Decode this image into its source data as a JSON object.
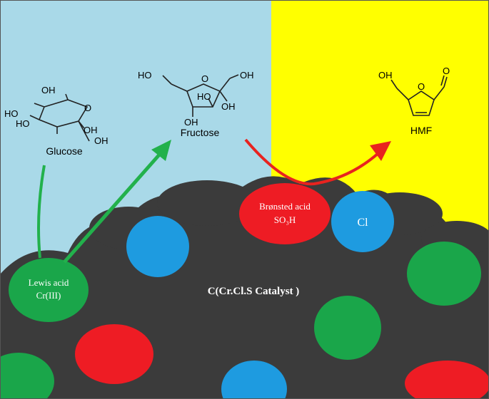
{
  "molecules": {
    "glucose": {
      "name": "Glucose",
      "oh_labels": [
        "OH",
        "HO",
        "HO",
        "OH",
        "OH"
      ],
      "ring_atom": "O"
    },
    "fructose": {
      "name": "Fructose",
      "oh_labels": [
        "HO",
        "OH",
        "HO",
        "OH",
        "OH"
      ],
      "ring_atom": "O"
    },
    "hmf": {
      "name": "HMF",
      "oh_label": "OH",
      "ring_atom": "O",
      "aldehyde_o": "O"
    }
  },
  "sites": {
    "lewis": {
      "line1": "Lewis acid",
      "line2": "Cr(III)"
    },
    "bronsted": {
      "line1": "Brønsted acid",
      "line2": "SO₃H"
    },
    "chloride": {
      "label": "Cl"
    }
  },
  "catalyst": {
    "label": "C(Cr.Cl.S Catalyst )"
  },
  "colors": {
    "left_bg": "#a9d9e8",
    "right_bg": "#ffff00",
    "catalyst": "#3b3b3b",
    "green": "#1aa64a",
    "red": "#ee1c24",
    "blue": "#1e9be0",
    "arrow_green": "#22b14c",
    "arrow_red": "#e8231f"
  }
}
